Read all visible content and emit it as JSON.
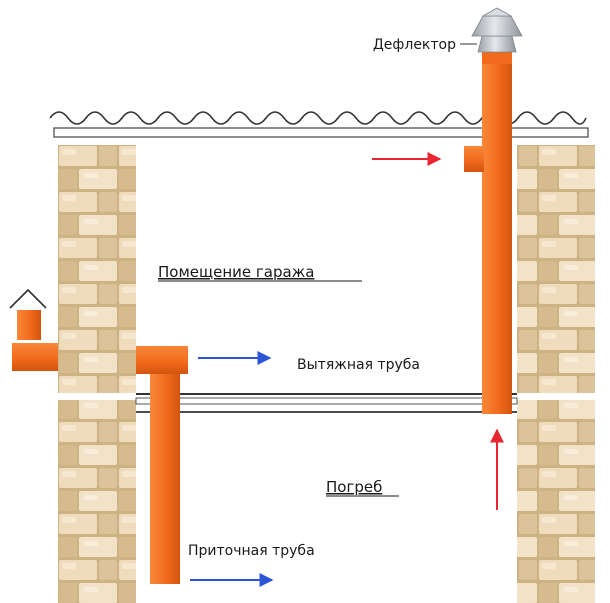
{
  "labels": {
    "deflector": "Дефлектор",
    "garage_room": "Помещение гаража",
    "exhaust_pipe": "Вытяжная труба",
    "cellar": "Погреб",
    "supply_pipe": "Приточная труба"
  },
  "colors": {
    "pipe": "#f26a1b",
    "pipe_shadow": "#c94f0f",
    "brick_light": "#efdcbc",
    "brick_mid": "#d9bf93",
    "brick_dark": "#b59a70",
    "arrow_red": "#e8262f",
    "arrow_blue": "#2b55d6",
    "roof": "#333333",
    "deflector": "#c8ccd0"
  }
}
